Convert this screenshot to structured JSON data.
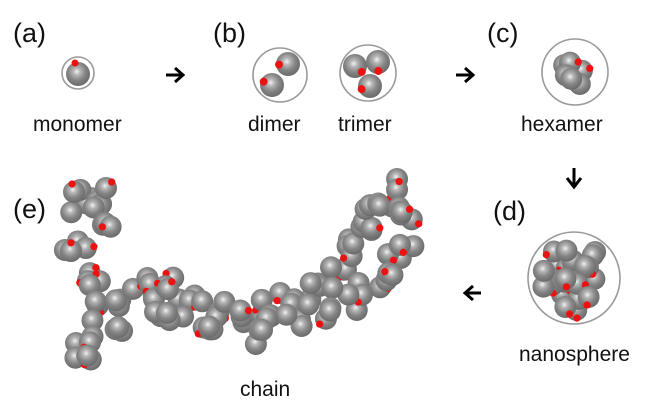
{
  "panels": [
    {
      "id": "a",
      "label": "(a)",
      "captions": [
        "monomer"
      ]
    },
    {
      "id": "b",
      "label": "(b)",
      "captions": [
        "dimer",
        "trimer"
      ]
    },
    {
      "id": "c",
      "label": "(c)",
      "captions": [
        "hexamer"
      ]
    },
    {
      "id": "d",
      "label": "(d)",
      "captions": [
        "nanosphere"
      ]
    },
    {
      "id": "e",
      "label": "(e)",
      "captions": [
        "chain"
      ]
    }
  ],
  "colors": {
    "particle": "#7e7e7e",
    "particle_highlight": "#e8e8e8",
    "atom": "#ee1111",
    "boundary": "#9a9a9a",
    "arrow": "#000000",
    "text": "#111111"
  },
  "icons": {
    "arrow_ab": "arrow-right-icon",
    "arrow_bc": "arrow-right-icon",
    "arrow_cd": "arrow-down-icon",
    "arrow_de": "arrow-left-icon"
  }
}
